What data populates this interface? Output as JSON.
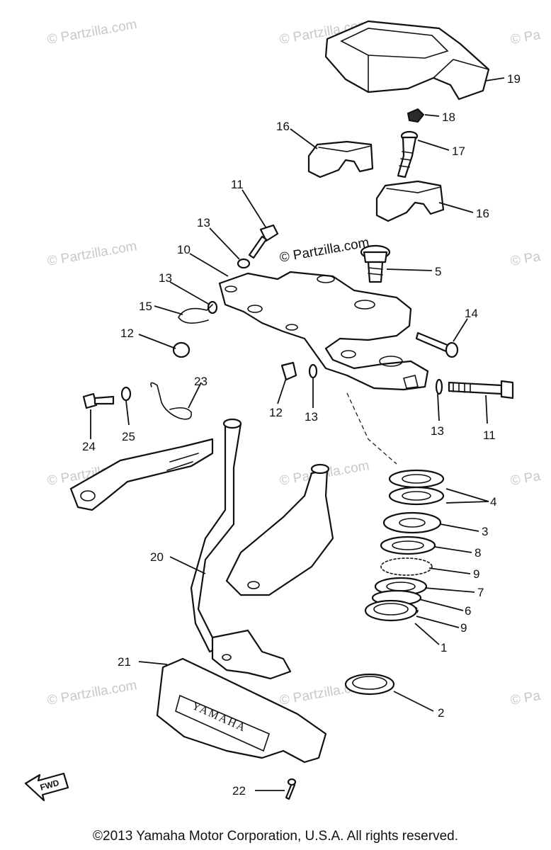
{
  "watermark": "© Partzilla.com",
  "watermark_edge": "© Pa",
  "fwd_label": "FWD",
  "brand_label": "YAMAHA",
  "copyright": "©2013 Yamaha Motor Corporation, U.S.A. All rights reserved.",
  "callouts": [
    "19",
    "18",
    "17",
    "16",
    "16",
    "11",
    "13",
    "10",
    "13",
    "15",
    "12",
    "5",
    "14",
    "12",
    "13",
    "13",
    "11",
    "24",
    "25",
    "23",
    "4",
    "3",
    "8",
    "9",
    "7",
    "6",
    "9",
    "1",
    "20",
    "21",
    "2",
    "22"
  ]
}
